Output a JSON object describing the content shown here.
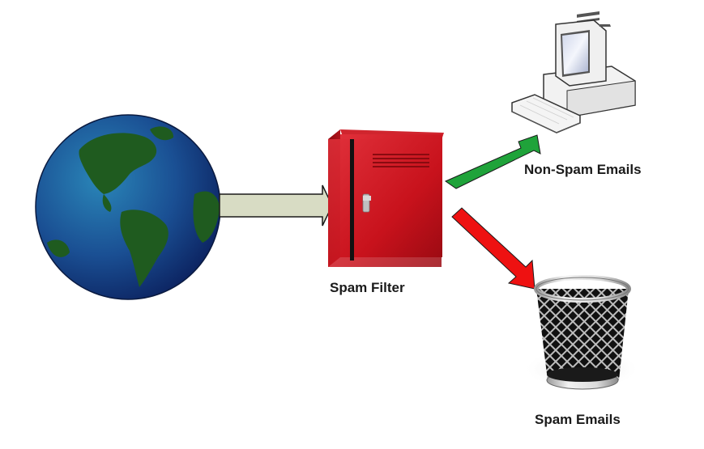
{
  "diagram": {
    "title": "Spam filter flow",
    "nodes": {
      "internet": {
        "icon": "globe-icon"
      },
      "filter": {
        "label": "Spam Filter",
        "icon": "locker-icon"
      },
      "inbox": {
        "label": "Non-Spam Emails",
        "icon": "computer-icon"
      },
      "trash": {
        "label": "Spam Emails",
        "icon": "trash-bin-icon"
      }
    },
    "edges": [
      {
        "from": "internet",
        "to": "filter",
        "color": "#d8dcc4"
      },
      {
        "from": "filter",
        "to": "inbox",
        "color": "#1fa33a"
      },
      {
        "from": "filter",
        "to": "trash",
        "color": "#ee1111"
      }
    ]
  }
}
